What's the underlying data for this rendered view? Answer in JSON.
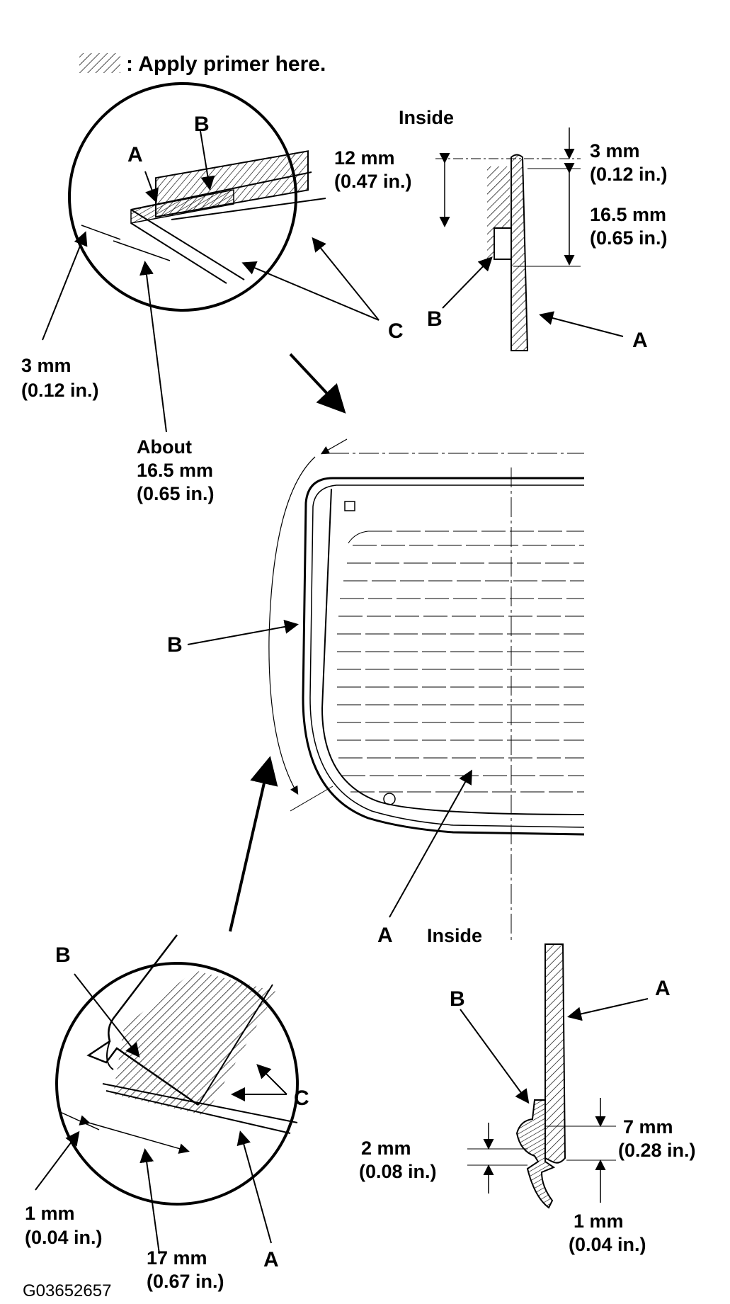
{
  "legend": {
    "text": ": Apply primer here.",
    "hatch_icon": "hatch-pattern-icon"
  },
  "top_circle": {
    "label_a": "A",
    "label_b": "B",
    "label_c": "C",
    "dim_3mm": "3 mm",
    "dim_3mm_in": "(0.12 in.)",
    "dim_about_1": "About",
    "dim_about_2": "16.5 mm",
    "dim_about_3": "(0.65 in.)"
  },
  "top_section": {
    "inside": "Inside",
    "dim_12mm": "12 mm",
    "dim_12mm_in": "(0.47 in.)",
    "dim_3mm": "3 mm",
    "dim_3mm_in": "(0.12 in.)",
    "dim_165mm": "16.5 mm",
    "dim_165mm_in": "(0.65 in.)",
    "label_a": "A",
    "label_b": "B"
  },
  "glass": {
    "label_a": "A",
    "label_b": "B"
  },
  "bottom_circle": {
    "label_a": "A",
    "label_b": "B",
    "label_c": "C",
    "dim_1mm": "1 mm",
    "dim_1mm_in": "(0.04 in.)",
    "dim_17mm": "17 mm",
    "dim_17mm_in": "(0.67 in.)"
  },
  "bottom_section": {
    "inside": "Inside",
    "label_a": "A",
    "label_b": "B",
    "dim_7mm": "7 mm",
    "dim_7mm_in": "(0.28 in.)",
    "dim_2mm": "2 mm",
    "dim_2mm_in": "(0.08 in.)",
    "dim_1mm": "1 mm",
    "dim_1mm_in": "(0.04 in.)"
  },
  "figure_code": "G03652657"
}
